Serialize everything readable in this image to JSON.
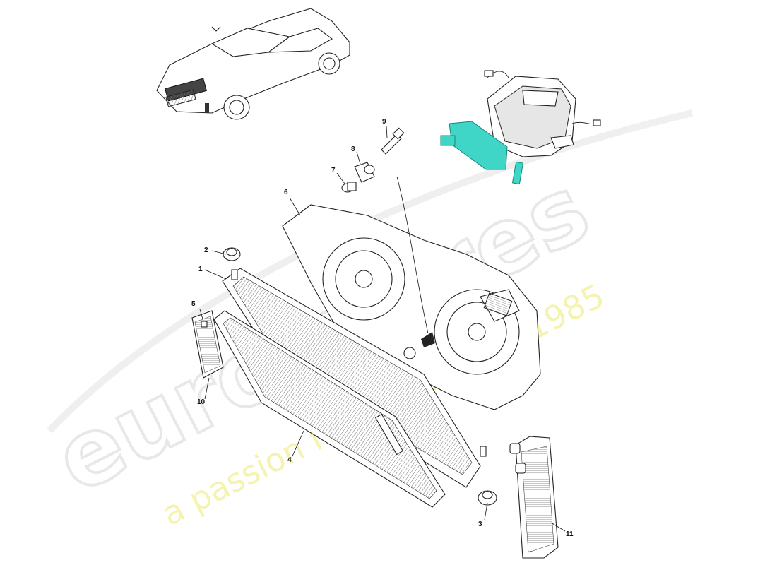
{
  "watermark": {
    "brand": "eurospares",
    "tagline": "a passion for parts since 1985"
  },
  "colors": {
    "highlight": "#3fd6c8",
    "watermark_brand": "#e6e6e6",
    "watermark_tagline": "#f3f3a8"
  },
  "callouts": [
    {
      "id": "1",
      "label": "1"
    },
    {
      "id": "2",
      "label": "2"
    },
    {
      "id": "3",
      "label": "3"
    },
    {
      "id": "4",
      "label": "4"
    },
    {
      "id": "5",
      "label": "5"
    },
    {
      "id": "6",
      "label": "6"
    },
    {
      "id": "7",
      "label": "7"
    },
    {
      "id": "8",
      "label": "8"
    },
    {
      "id": "9",
      "label": "9"
    },
    {
      "id": "10",
      "label": "10"
    },
    {
      "id": "11",
      "label": "11"
    }
  ]
}
